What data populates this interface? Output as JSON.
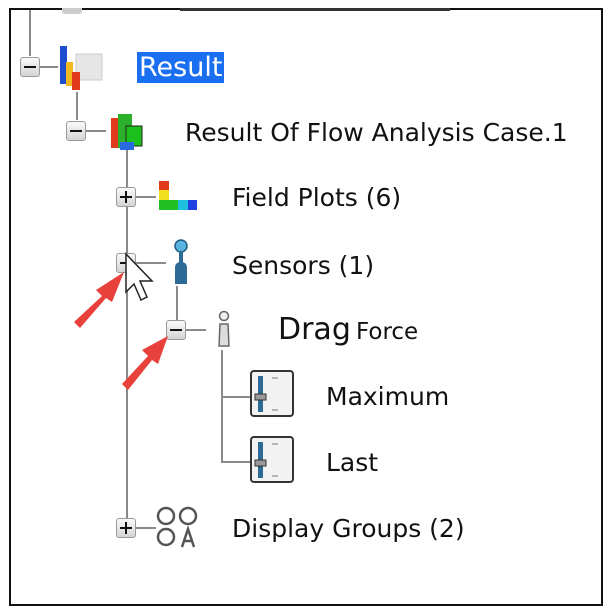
{
  "tree": {
    "result": {
      "label": "Result",
      "selected": true,
      "expanded": true
    },
    "result_case": {
      "label": "Result Of Flow Analysis Case.1",
      "expanded": true
    },
    "field_plots": {
      "label": "Field Plots (6)",
      "expanded": false
    },
    "sensors": {
      "label": "Sensors (1)",
      "expanded": true
    },
    "drag_force": {
      "label_big": "Drag",
      "label_small": "Force",
      "expanded": true
    },
    "maximum": {
      "label": "Maximum"
    },
    "last": {
      "label": "Last"
    },
    "display_groups": {
      "label": "Display Groups (2)",
      "expanded": false
    }
  },
  "colors": {
    "selection": "#1a6ff0",
    "annotation_arrow": "#e8413c"
  }
}
